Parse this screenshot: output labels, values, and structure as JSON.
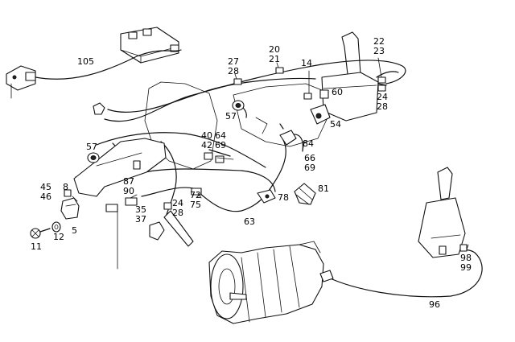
{
  "callouts": {
    "c105": "105",
    "c27": "27",
    "c28a": "28",
    "c20": "20",
    "c21": "21",
    "c14": "14",
    "c22": "22",
    "c23": "23",
    "c60": "60",
    "c24a": "24",
    "c28b": "28",
    "c57a": "57",
    "c54": "54",
    "c40": "40",
    "c42": "42",
    "c64": "64",
    "c69a": "69",
    "c84": "84",
    "c66": "66",
    "c69b": "69",
    "c57b": "57",
    "c45": "45",
    "c46": "46",
    "c8": "8",
    "c87": "87",
    "c90": "90",
    "c72": "72",
    "c75": "75",
    "c78": "78",
    "c81": "81",
    "c35": "35",
    "c37": "37",
    "c24b": "24",
    "c28c": "28",
    "c63": "63",
    "c11": "11",
    "c12": "12",
    "c5": "5",
    "c98": "98",
    "c99": "99",
    "c96": "96"
  }
}
